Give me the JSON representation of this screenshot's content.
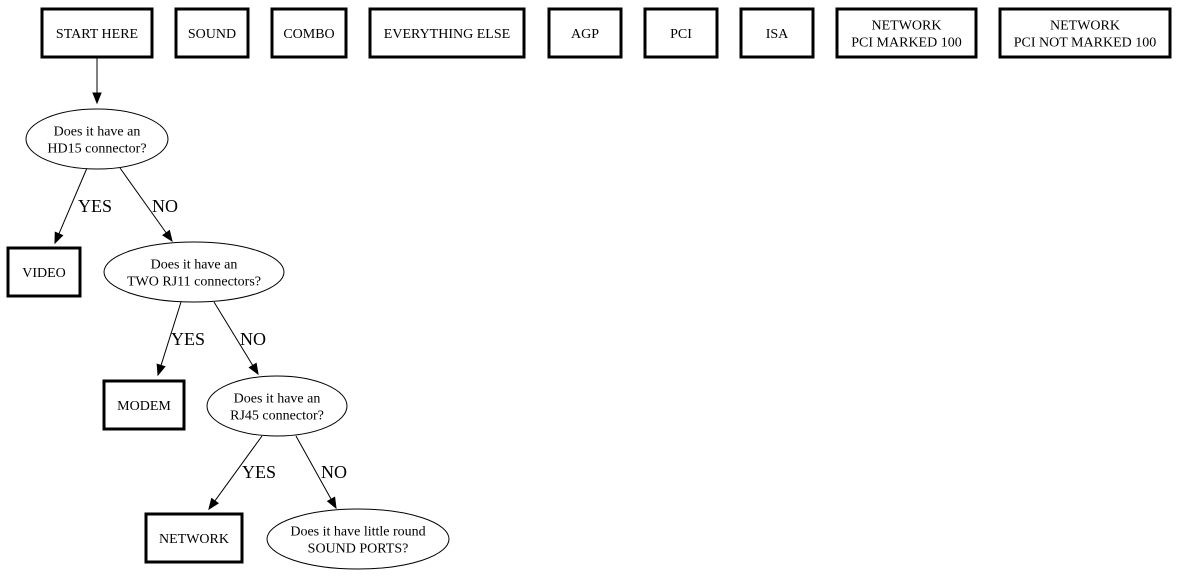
{
  "colors": {
    "background": "#ffffff",
    "stroke": "#000000",
    "text": "#000000"
  },
  "legend_boxes": [
    {
      "id": "start",
      "lines": [
        "START HERE"
      ]
    },
    {
      "id": "sound",
      "lines": [
        "SOUND"
      ]
    },
    {
      "id": "combo",
      "lines": [
        "COMBO"
      ]
    },
    {
      "id": "everything_else",
      "lines": [
        "EVERYTHING ELSE"
      ]
    },
    {
      "id": "agp",
      "lines": [
        "AGP"
      ]
    },
    {
      "id": "pci",
      "lines": [
        "PCI"
      ]
    },
    {
      "id": "isa",
      "lines": [
        "ISA"
      ]
    },
    {
      "id": "network_pci_100",
      "lines": [
        "NETWORK",
        "PCI MARKED 100"
      ]
    },
    {
      "id": "network_pci_not_100",
      "lines": [
        "NETWORK",
        "PCI NOT MARKED 100"
      ]
    }
  ],
  "questions": [
    {
      "id": "q_hd15",
      "lines": [
        "Does it have an",
        "HD15 connector?"
      ]
    },
    {
      "id": "q_rj11",
      "lines": [
        "Does it have an",
        "TWO RJ11 connectors?"
      ]
    },
    {
      "id": "q_rj45",
      "lines": [
        "Does it have an",
        "RJ45 connector?"
      ]
    },
    {
      "id": "q_sound",
      "lines": [
        "Does it have little round",
        "SOUND PORTS?"
      ]
    }
  ],
  "results": [
    {
      "id": "video",
      "lines": [
        "VIDEO"
      ]
    },
    {
      "id": "modem",
      "lines": [
        "MODEM"
      ]
    },
    {
      "id": "network",
      "lines": [
        "NETWORK"
      ]
    }
  ],
  "edges": [
    {
      "from": "start",
      "to": "q_hd15",
      "label": ""
    },
    {
      "from": "q_hd15",
      "to": "video",
      "label": "YES"
    },
    {
      "from": "q_hd15",
      "to": "q_rj11",
      "label": "NO"
    },
    {
      "from": "q_rj11",
      "to": "modem",
      "label": "YES"
    },
    {
      "from": "q_rj11",
      "to": "q_rj45",
      "label": "NO"
    },
    {
      "from": "q_rj45",
      "to": "network",
      "label": "YES"
    },
    {
      "from": "q_rj45",
      "to": "q_sound",
      "label": "NO"
    }
  ]
}
